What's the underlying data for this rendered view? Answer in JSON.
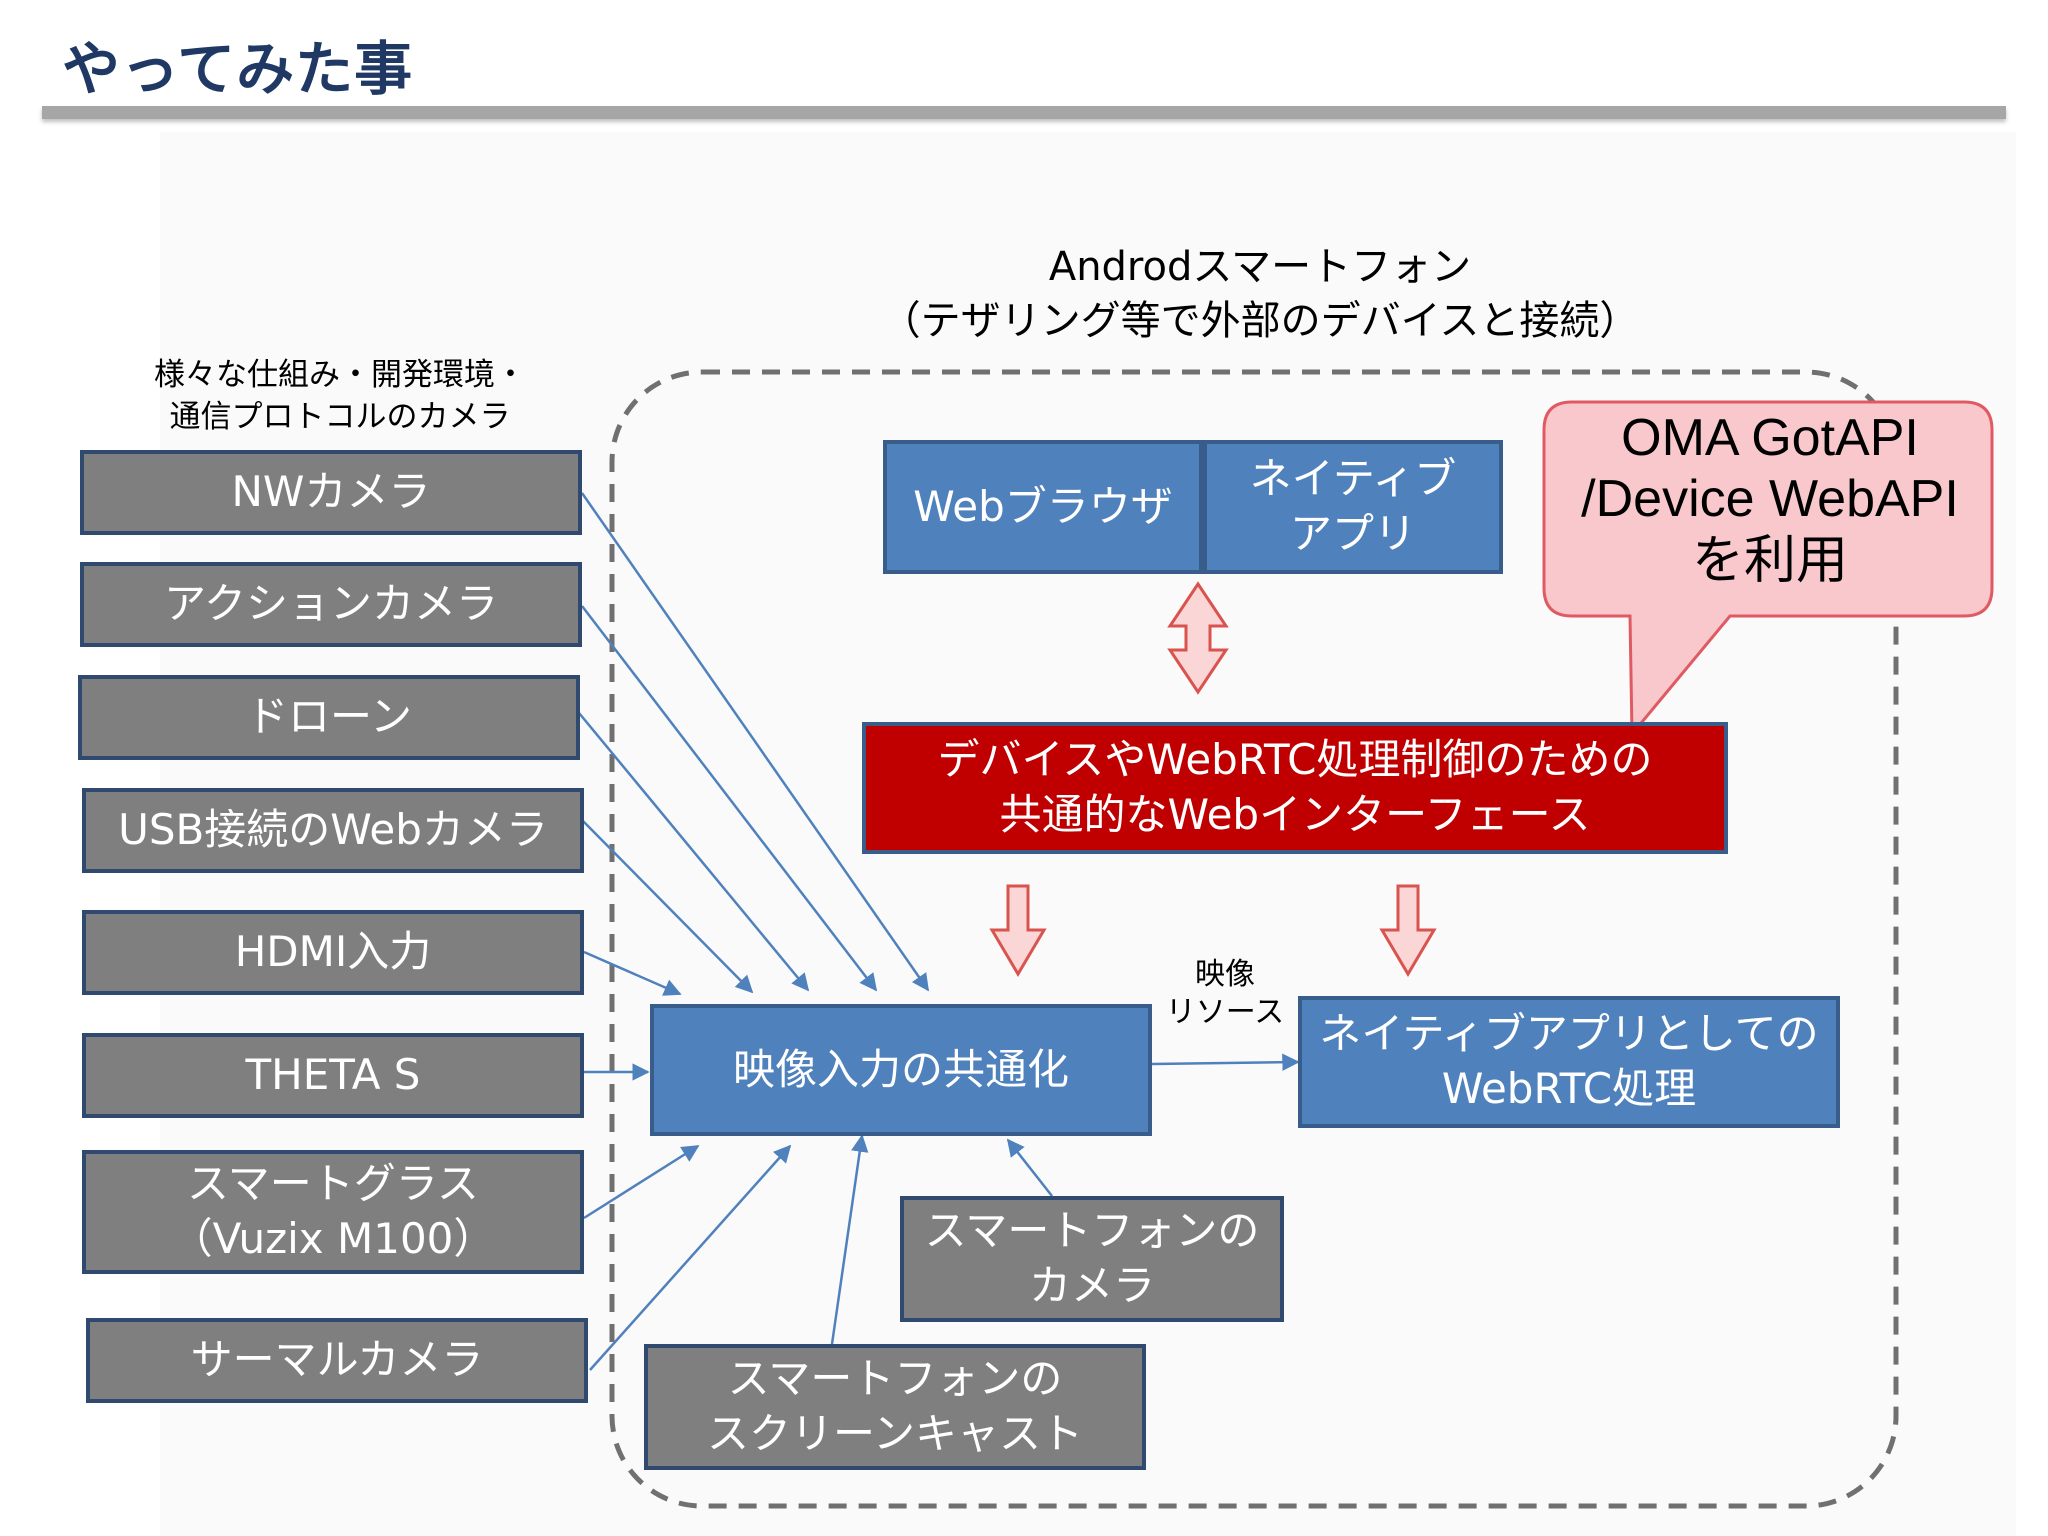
{
  "slide": {
    "title": "やってみた事"
  },
  "android": {
    "line1": "Androdスマートフォン",
    "line2": "（テザリング等で外部のデバイスと接続）"
  },
  "cameras_heading": {
    "line1": "様々な仕組み・開発環境・",
    "line2": "通信プロトコルのカメラ"
  },
  "cameras": [
    {
      "lines": [
        "NWカメラ"
      ]
    },
    {
      "lines": [
        "アクションカメラ"
      ]
    },
    {
      "lines": [
        "ドローン"
      ]
    },
    {
      "lines": [
        "USB接続のWebカメラ"
      ]
    },
    {
      "lines": [
        "HDMI入力"
      ]
    },
    {
      "lines": [
        "THETA S"
      ]
    },
    {
      "lines": [
        "スマートグラス",
        "（Vuzix M100）"
      ]
    },
    {
      "lines": [
        "サーマルカメラ"
      ]
    }
  ],
  "web_browser": "Webブラウザ",
  "native_app": {
    "line1": "ネイティブ",
    "line2": "アプリ"
  },
  "callout": {
    "line1": "OMA GotAPI",
    "line2": "/Device WebAPI",
    "line3": "を利用"
  },
  "common_interface": {
    "line1": "デバイスやWebRTC処理制御のための",
    "line2": "共通的なWebインターフェース"
  },
  "video_input": "映像入力の共通化",
  "video_resource": {
    "line1": "映像",
    "line2": "リソース"
  },
  "webrtc_native": {
    "line1": "ネイティブアプリとしての",
    "line2": "WebRTC処理"
  },
  "phone_camera": {
    "line1": "スマートフォンの",
    "line2": "カメラ"
  },
  "screencast": {
    "line1": "スマートフォンの",
    "line2": "スクリーンキャスト"
  },
  "colors": {
    "title": "#1f3864",
    "camera_fill": "#7f7f7f",
    "blue_fill": "#4f81bd",
    "red_fill": "#c00000",
    "callout_fill": "#f8c8cc",
    "callout_border": "#e05a62",
    "arrow_blue": "#4f81bd",
    "dashed_border": "#707070"
  }
}
